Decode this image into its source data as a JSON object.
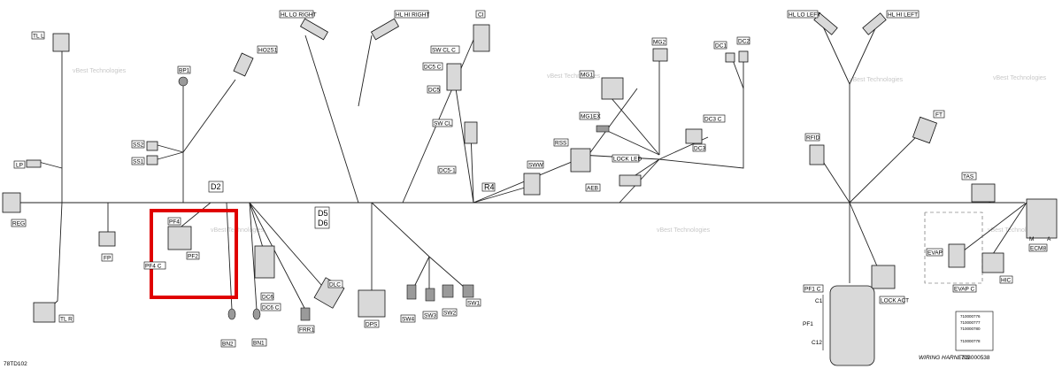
{
  "watermark": "vBest Technologies",
  "figure_id": "78TD102",
  "harness": {
    "title": "WIRING HARNESS",
    "part": "703000538"
  },
  "legend_codes": [
    {
      "text": "710000776",
      "color": "#e08000"
    },
    {
      "text": "710000777",
      "color": "#d4a000"
    },
    {
      "text": "710000780",
      "color": "#d00000"
    },
    {
      "text": "710000778",
      "color": "#00a000"
    },
    {
      "text": "",
      "color": "#000000"
    }
  ],
  "labels": {
    "tl_l": "TL L",
    "bp1": "BP1",
    "ho2s1": "HO2S1",
    "hl_lo_right": "HL LO RIGHT",
    "hl_hi_right": "HL HI RIGHT",
    "ci": "CI",
    "sw_cl_c": "SW CL C",
    "dc5_c": "DC5 C",
    "dc5": "DC5",
    "sw_cl": "SW CL",
    "dc5_1": "DC5-1",
    "r4": "R4",
    "mg2": "MG2",
    "mg1": "MG1",
    "mg1ex": "MG1EX",
    "dc1": "DC1",
    "dc2": "DC2",
    "dc3_c": "DC3 C",
    "dc3": "DC3",
    "rss": "RSS",
    "lock_led": "LOCK LED",
    "sww": "SWW",
    "aeb": "AEB",
    "hl_lo_left": "HL LO LEFT",
    "hl_hi_left": "HL HI LEFT",
    "ft": "FT",
    "rfid": "RFID",
    "tas": "TAS",
    "lp": "LP",
    "ss2": "SS2",
    "ss1": "SS1",
    "reg": "REG",
    "fp": "FP",
    "d2": "D2",
    "pf4": "PF4",
    "pf2": "PF2",
    "pf4_c": "PF4 C",
    "d5": "D5",
    "d6": "D6",
    "tl_r": "TL R",
    "bn2": "BN2",
    "bn1": "BN1",
    "dc6": "DC6",
    "dc6_c": "DC6 C",
    "frr1": "FRR1",
    "dlc": "DLC",
    "dps": "DPS",
    "sw4": "SW4",
    "sw3": "SW3",
    "sw2": "SW2",
    "sw1": "SW1",
    "m": "M",
    "a": "A",
    "ecm8": "ECM8",
    "evap": "EVAP",
    "evap_c": "EVAP C",
    "hic": "HIC",
    "lock_act": "LOCK ACT",
    "pf1_c": "PF1 C",
    "c1": "C1",
    "pf1": "PF1",
    "c12": "C12"
  }
}
